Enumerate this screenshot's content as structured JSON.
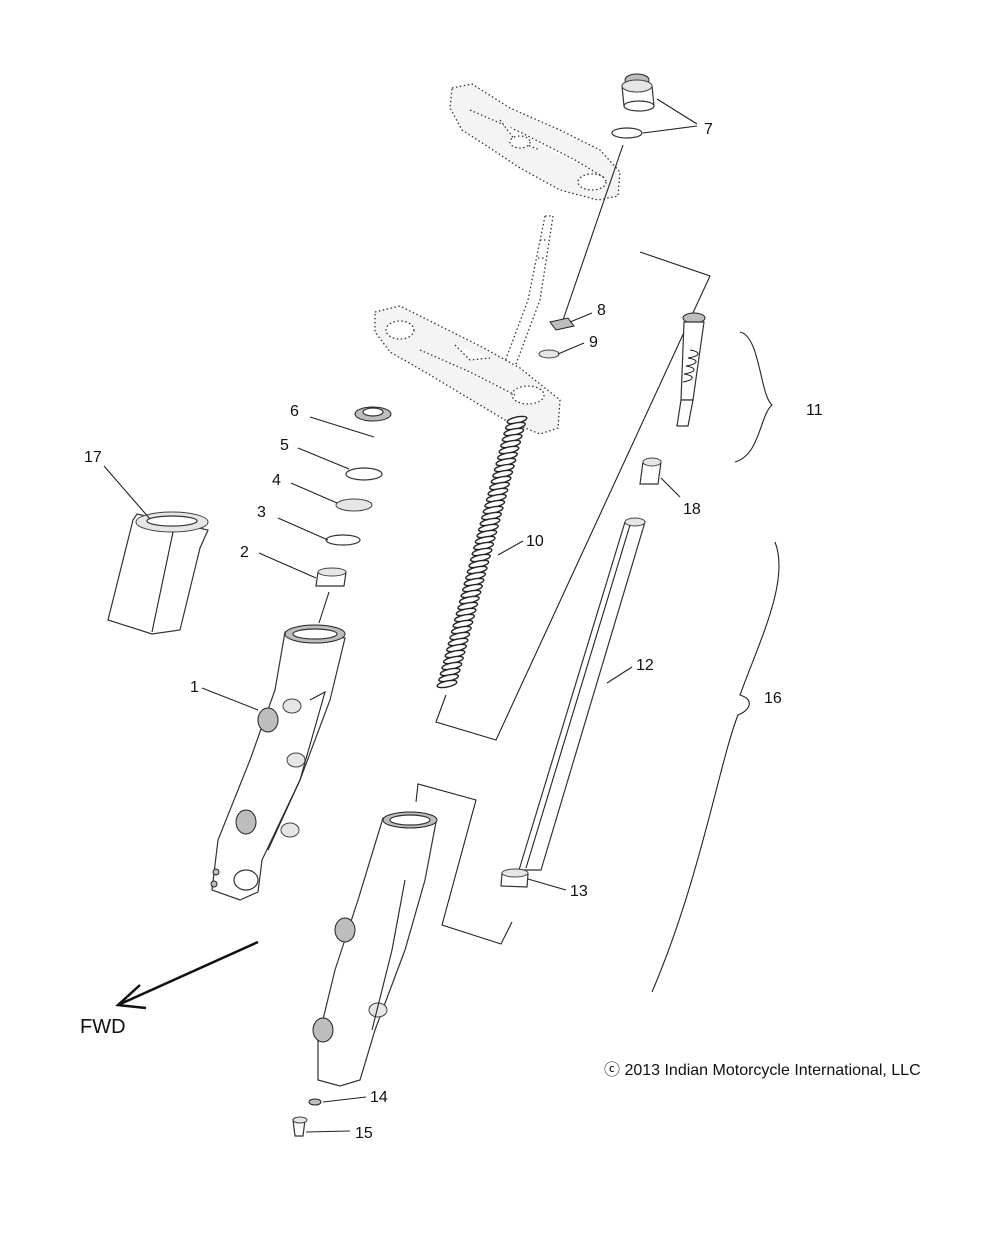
{
  "callouts": {
    "c1": "1",
    "c2": "2",
    "c3": "3",
    "c4": "4",
    "c5": "5",
    "c6": "6",
    "c7": "7",
    "c8": "8",
    "c9": "9",
    "c10": "10",
    "c11": "11",
    "c12": "12",
    "c13": "13",
    "c14": "14",
    "c15": "15",
    "c16": "16",
    "c17": "17",
    "c18": "18"
  },
  "direction_label": "FWD",
  "copyright": "ⓒ 2013 Indian Motorcycle International, LLC"
}
